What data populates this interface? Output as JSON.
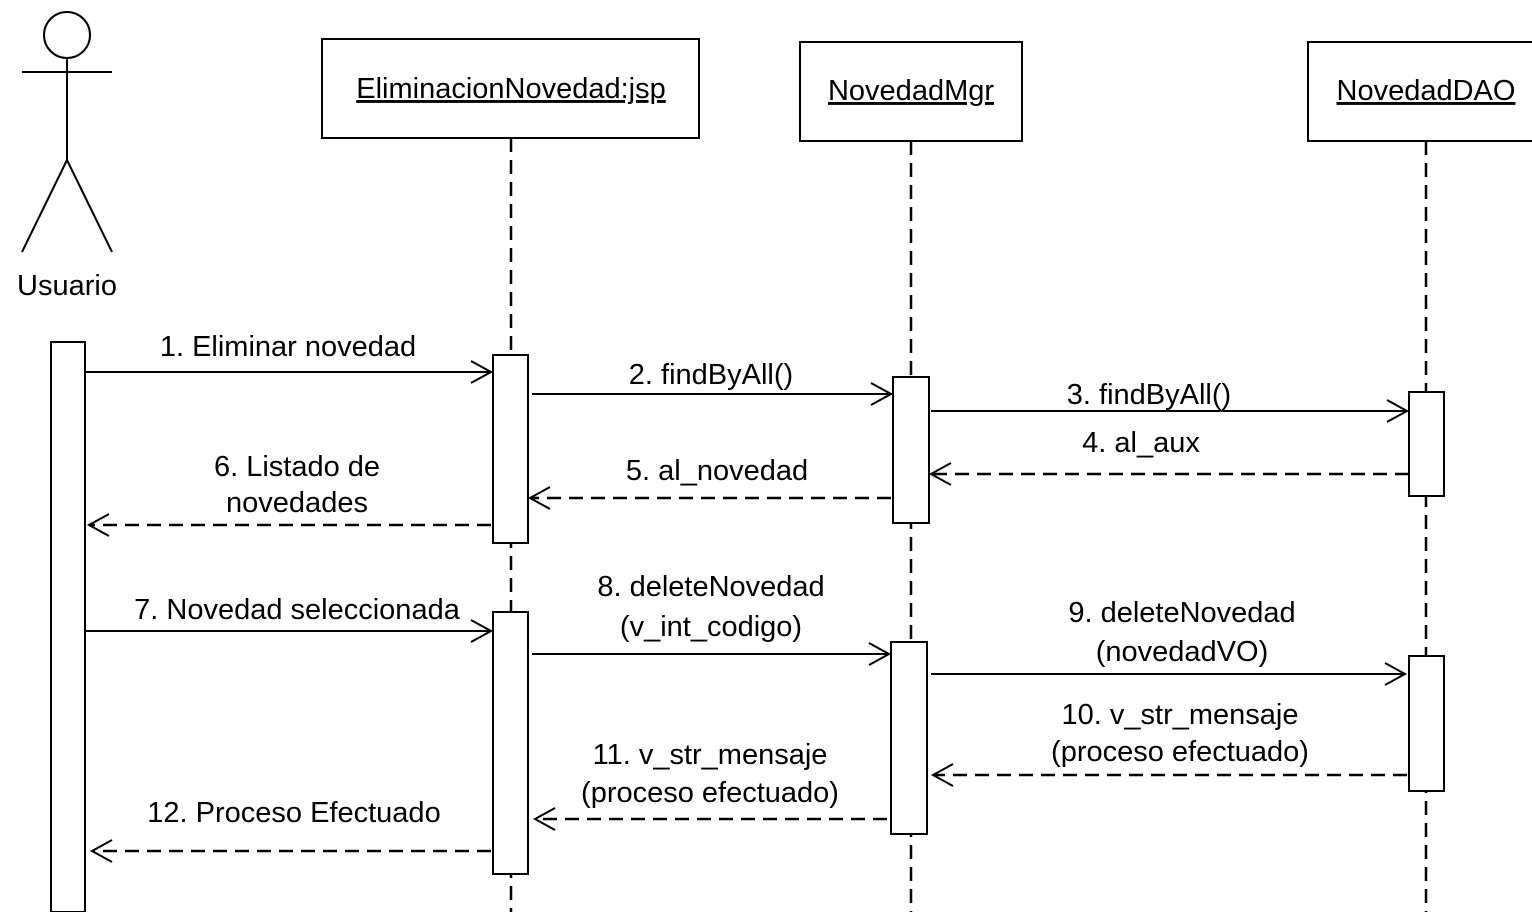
{
  "actor": {
    "label": "Usuario"
  },
  "objects": [
    {
      "id": "jsp",
      "label": "EliminacionNovedad:jsp"
    },
    {
      "id": "mgr",
      "label": "NovedadMgr"
    },
    {
      "id": "dao",
      "label": "NovedadDAO"
    }
  ],
  "messages": [
    {
      "n": 1,
      "type": "call",
      "label": [
        "1. Eliminar novedad"
      ]
    },
    {
      "n": 2,
      "type": "call",
      "label": [
        "2. findByAll()"
      ]
    },
    {
      "n": 3,
      "type": "call",
      "label": [
        "3. findByAll()"
      ]
    },
    {
      "n": 4,
      "type": "return",
      "label": [
        "4. al_aux"
      ]
    },
    {
      "n": 5,
      "type": "return",
      "label": [
        "5. al_novedad"
      ]
    },
    {
      "n": 6,
      "type": "return",
      "label": [
        "6. Listado de",
        "novedades"
      ]
    },
    {
      "n": 7,
      "type": "call",
      "label": [
        "7. Novedad seleccionada"
      ]
    },
    {
      "n": 8,
      "type": "call",
      "label": [
        "8. deleteNovedad",
        "(v_int_codigo)"
      ]
    },
    {
      "n": 9,
      "type": "call",
      "label": [
        "9. deleteNovedad",
        "(novedadVO)"
      ]
    },
    {
      "n": 10,
      "type": "return",
      "label": [
        "10. v_str_mensaje",
        "(proceso efectuado)"
      ]
    },
    {
      "n": 11,
      "type": "return",
      "label": [
        "11. v_str_mensaje",
        "(proceso efectuado)"
      ]
    },
    {
      "n": 12,
      "type": "return",
      "label": [
        "12. Proceso Efectuado"
      ]
    }
  ]
}
